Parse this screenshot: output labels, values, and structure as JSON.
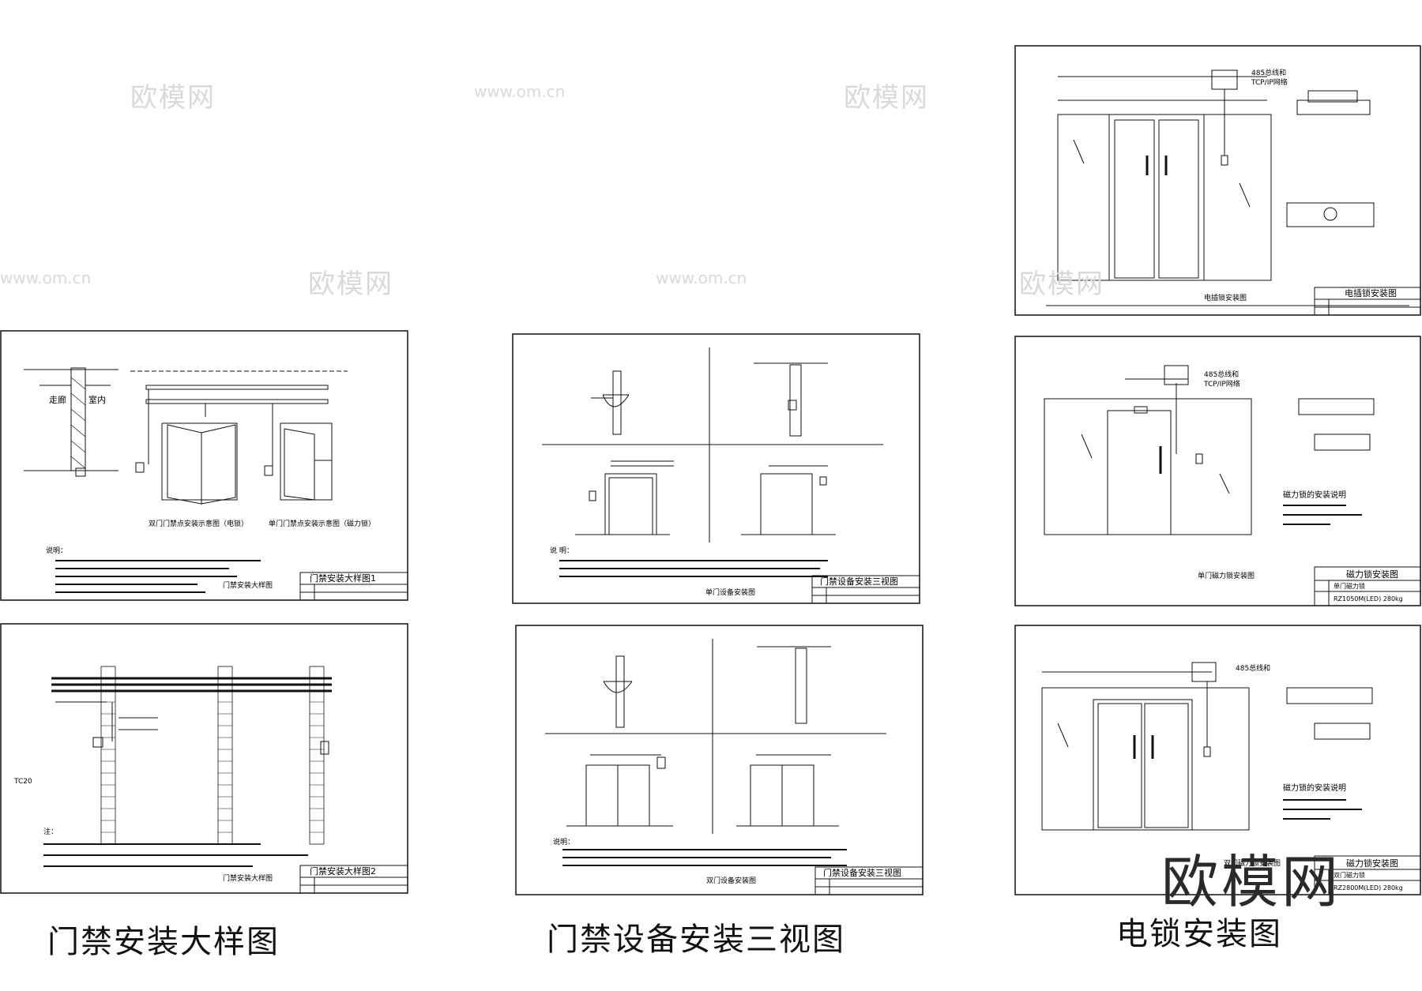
{
  "labels": {
    "access_detail": "门禁安装大样图",
    "device_three_view": "门禁设备安装三视图",
    "lock_install": "电锁安装图"
  },
  "brand": "欧模网",
  "watermarks": {
    "cn": "欧模网",
    "url": "www.om.cn"
  },
  "sheets": {
    "s1": {
      "title": "门禁安装大样图1",
      "subtitle": "门禁安装大样图",
      "caption_left": "双门门禁点安装示意图（电锁）",
      "caption_right": "单门门禁点安装示意图（磁力锁）",
      "room_a": "走廊",
      "room_b": "室内",
      "notes_head": "说明："
    },
    "s2": {
      "title": "门禁安装大样图2",
      "subtitle": "门禁安装大样图",
      "tag": "TC20",
      "notes_head": "注："
    },
    "s3": {
      "title": "门禁设备安装三视图",
      "subtitle": "单门设备安装图",
      "notes_head": "说 明："
    },
    "s4": {
      "title": "门禁设备安装三视图",
      "subtitle": "双门设备安装图",
      "notes_head": "说明："
    },
    "s5": {
      "title": "电插锁安装图",
      "subtitle": "电插锁安装图",
      "tag": "485总线和",
      "tag2": "TCP/IP网络"
    },
    "s6": {
      "title": "磁力锁安装图",
      "subtitle": "单门磁力锁安装图",
      "spec": "单门磁力锁",
      "model": "RZ1050M(LED) 280kg",
      "desc_head": "磁力锁的安装说明",
      "tag": "485总线和",
      "tag2": "TCP/IP网络"
    },
    "s7": {
      "title": "磁力锁安装图",
      "subtitle": "双门磁力锁安装图",
      "spec": "双门磁力锁",
      "model": "RZ2800M(LED) 280kg",
      "desc_head": "磁力锁的安装说明",
      "tag": "485总线和"
    }
  },
  "colors": {
    "line": "#111111",
    "watermark": "#d9d9d9"
  }
}
